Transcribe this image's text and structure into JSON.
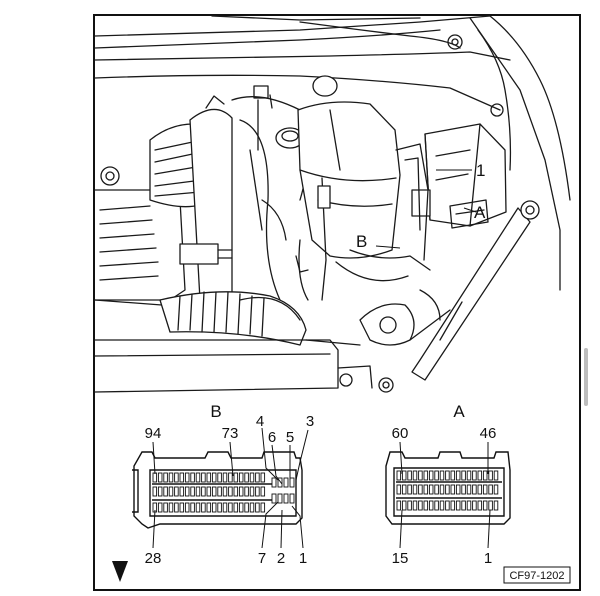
{
  "figure": {
    "engine_labels": {
      "part_1": "1",
      "connector_A": "A",
      "connector_B": "B"
    },
    "connector_b": {
      "title": "B",
      "pins": {
        "p94": "94",
        "p73": "73",
        "p4": "4",
        "p6": "6",
        "p5": "5",
        "p3": "3",
        "p28": "28",
        "p7": "7",
        "p2": "2",
        "p1": "1"
      }
    },
    "connector_a": {
      "title": "A",
      "pins": {
        "p60": "60",
        "p46": "46",
        "p15": "15",
        "p1": "1"
      }
    },
    "reference_code": "CF97-1202",
    "arrow_icon": "arrow-down-icon"
  }
}
